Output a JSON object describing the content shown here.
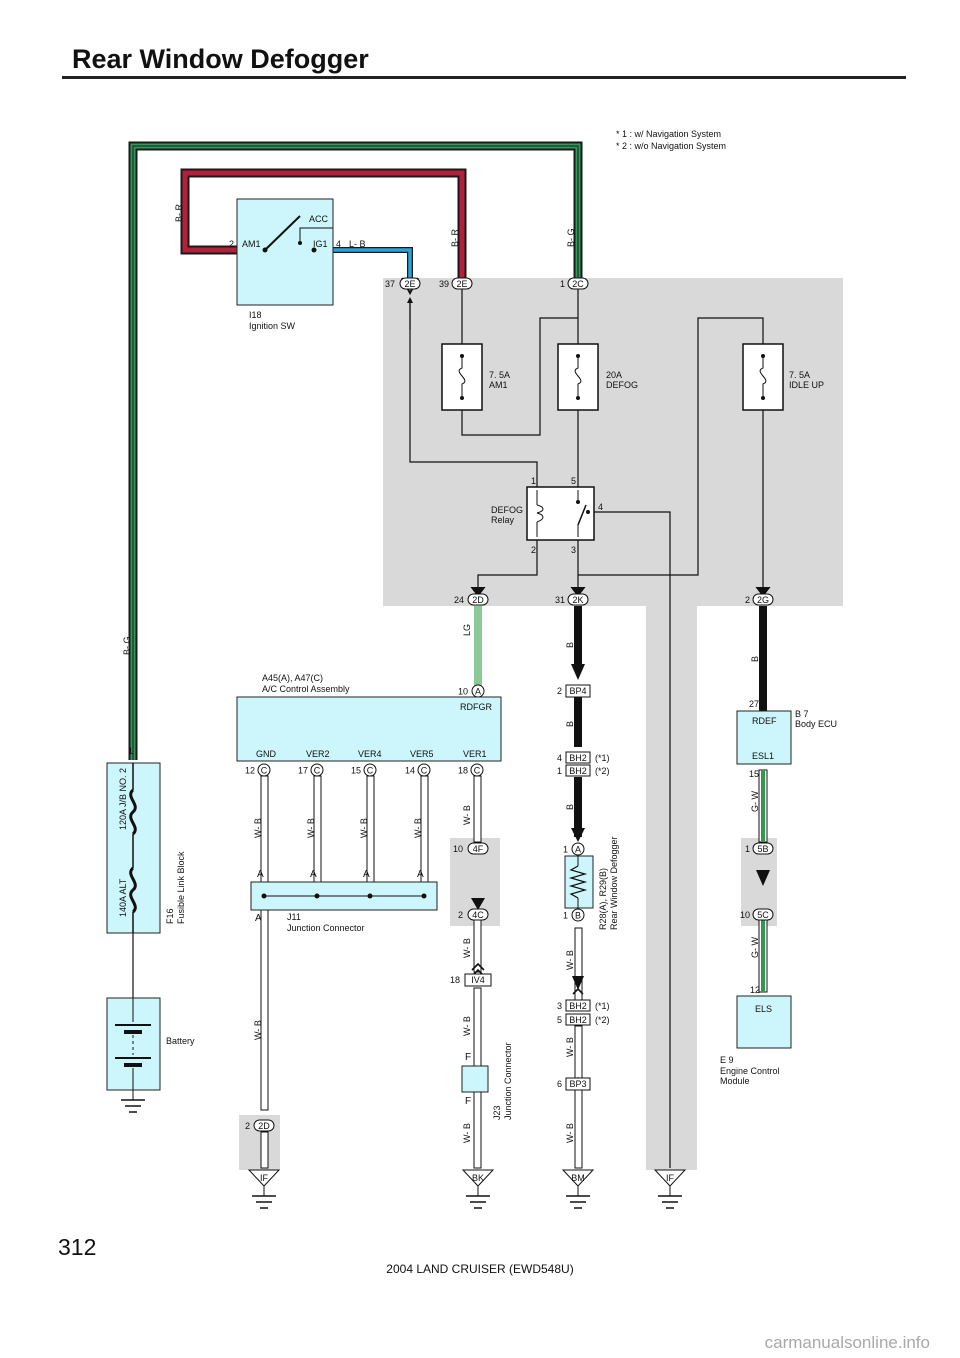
{
  "page": {
    "title": "Rear Window Defogger",
    "page_number": "312",
    "footer": "2004 LAND CRUISER (EWD548U)",
    "watermark": "carmanualsonline.info"
  },
  "notes": {
    "n1": "*  1 : w/ Navigation System",
    "n2": "*  2 : w/o Navigation System"
  },
  "components": {
    "ignition_sw": {
      "code": "I18",
      "name": "Ignition SW",
      "pin_am1": "AM1",
      "pin_ig1": "IG1",
      "pin_acc": "ACC",
      "am1_no": "2",
      "ig1_no": "4"
    },
    "fuse_am1": {
      "rating": "7. 5A",
      "name": "AM1"
    },
    "fuse_defog": {
      "rating": "20A",
      "name": "DEFOG"
    },
    "fuse_idle": {
      "rating": "7. 5A",
      "name": "IDLE UP"
    },
    "relay": {
      "name1": "DEFOG",
      "name2": "Relay",
      "p1": "1",
      "p2": "2",
      "p3": "3",
      "p4": "4",
      "p5": "5"
    },
    "ac_control": {
      "codes": "A45(A), A47(C)",
      "name": "A/C Control Assembly",
      "rdfgr": "RDFGR",
      "gnd": "GND",
      "ver2": "VER2",
      "ver4": "VER4",
      "ver5": "VER5",
      "ver1": "VER1"
    },
    "fusible_link": {
      "code": "F16",
      "name": "Fusible Link Block",
      "f1": "120A J/B NO. 2",
      "f2": "140A ALT",
      "pin": "1"
    },
    "battery": {
      "name": "Battery"
    },
    "j11": {
      "code": "J11",
      "name": "Junction Connector"
    },
    "j23": {
      "code": "J23",
      "name": "Junction Connector"
    },
    "body_ecu": {
      "code": "B 7",
      "name": "Body ECU",
      "rdef": "RDEF",
      "esl1": "ESL1",
      "pin_rdef": "27",
      "pin_esl1": "15"
    },
    "defogger": {
      "code": "R28(A), R29(B)",
      "name": "Rear Window Defogger"
    },
    "ecm": {
      "code": "E 9",
      "name1": "Engine Control",
      "name2": "Module",
      "els": "ELS",
      "pin": "12"
    }
  },
  "connectors": {
    "c37_2E": {
      "num": "37",
      "id": "2E"
    },
    "c39_2E": {
      "num": "39",
      "id": "2E"
    },
    "c1_2C": {
      "num": "1",
      "id": "2C"
    },
    "c24_2D": {
      "num": "24",
      "id": "2D"
    },
    "c31_2K": {
      "num": "31",
      "id": "2K"
    },
    "c2_2G": {
      "num": "2",
      "id": "2G"
    },
    "c10_A": {
      "num": "10",
      "id": "A"
    },
    "c2_BP4": {
      "num": "2",
      "id": "BP4"
    },
    "c4_BH2": {
      "num": "4",
      "id": "BH2",
      "note": "(*1)"
    },
    "c1_BH2": {
      "num": "1",
      "id": "BH2",
      "note": "(*2)"
    },
    "c12_C": {
      "num": "12",
      "id": "C"
    },
    "c17_C": {
      "num": "17",
      "id": "C"
    },
    "c15_C": {
      "num": "15",
      "id": "C"
    },
    "c14_C": {
      "num": "14",
      "id": "C"
    },
    "c18_C": {
      "num": "18",
      "id": "C"
    },
    "c10_4F": {
      "num": "10",
      "id": "4F"
    },
    "c2_4C": {
      "num": "2",
      "id": "4C"
    },
    "c18_IV4": {
      "num": "18",
      "id": "IV4"
    },
    "c1_A": {
      "num": "1",
      "id": "A"
    },
    "c1_B": {
      "num": "1",
      "id": "B"
    },
    "c3_BH2": {
      "num": "3",
      "id": "BH2",
      "note": "(*1)"
    },
    "c5_BH2": {
      "num": "5",
      "id": "BH2",
      "note": "(*2)"
    },
    "c6_BP3": {
      "num": "6",
      "id": "BP3"
    },
    "c1_5B": {
      "num": "1",
      "id": "5B"
    },
    "c10_5C": {
      "num": "10",
      "id": "5C"
    },
    "c2_2D": {
      "num": "2",
      "id": "2D"
    }
  },
  "wires": {
    "br": "B- R",
    "lb": "L- B",
    "bg": "B- G",
    "lg": "LG",
    "b": "B",
    "wb": "W- B",
    "gw": "G- W"
  },
  "j11_pins": {
    "a": "A"
  },
  "j23_pins": {
    "f": "F"
  },
  "grounds": {
    "if": "IF",
    "bk": "BK",
    "bm": "BM"
  },
  "colors": {
    "bg_wire": "#1f8a55",
    "br_wire": "#b3203a",
    "lb_wire": "#29a3d9",
    "lg_wire": "#8cc999",
    "gw_wire": "#2f9a4f",
    "component_fill": "#ccf6fb",
    "junction_block": "#d9d9d9"
  }
}
